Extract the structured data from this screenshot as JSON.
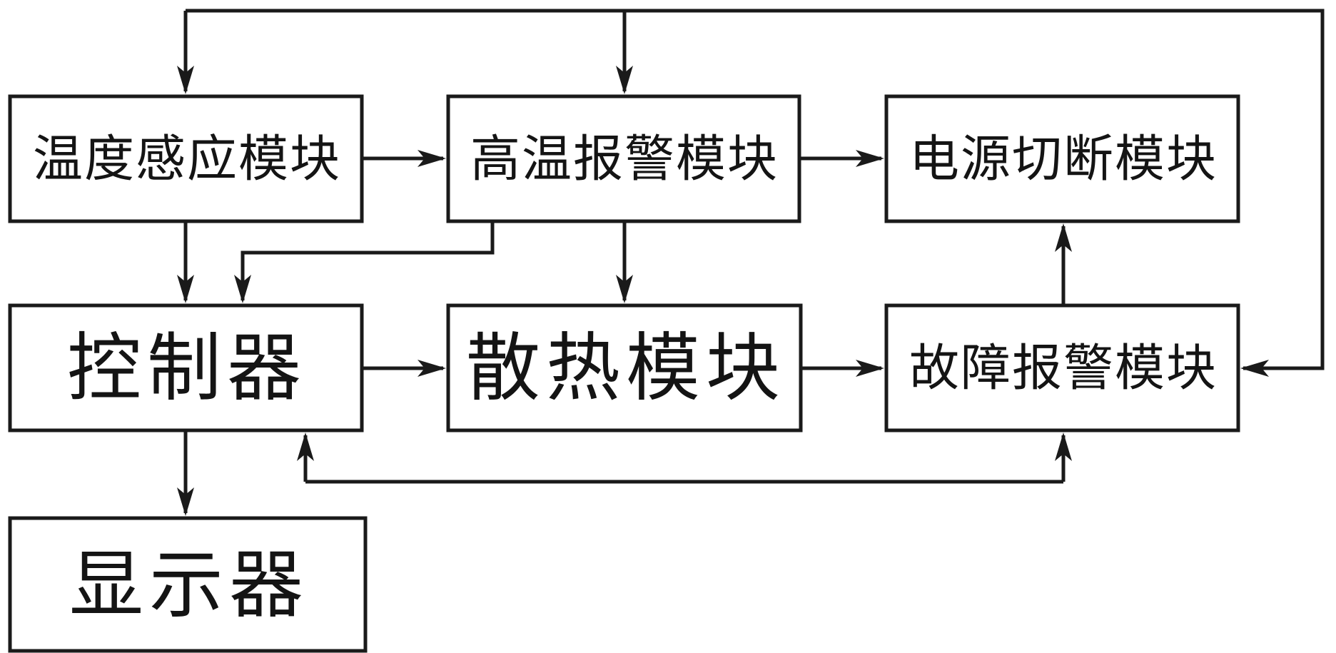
{
  "diagram": {
    "type": "block-diagram",
    "background_color": "#ffffff",
    "line_color": "#1a1a1a",
    "box_fill": "#ffffff",
    "nodes": [
      {
        "id": "temperature-sensing-module",
        "label": "温度感应模块",
        "row": 1,
        "col": 1,
        "text_size": "small"
      },
      {
        "id": "high-temp-alarm-module",
        "label": "高温报警模块",
        "row": 1,
        "col": 2,
        "text_size": "small"
      },
      {
        "id": "power-cutoff-module",
        "label": "电源切断模块",
        "row": 1,
        "col": 3,
        "text_size": "small"
      },
      {
        "id": "controller",
        "label": "控制器",
        "row": 2,
        "col": 1,
        "text_size": "large"
      },
      {
        "id": "cooling-module",
        "label": "散热模块",
        "row": 2,
        "col": 2,
        "text_size": "large"
      },
      {
        "id": "fault-alarm-module",
        "label": "故障报警模块",
        "row": 2,
        "col": 3,
        "text_size": "small"
      },
      {
        "id": "display-unit",
        "label": "显示器",
        "row": 3,
        "col": 1,
        "text_size": "large"
      }
    ],
    "edges": [
      {
        "from": "temperature-sensing-module",
        "to": "high-temp-alarm-module",
        "style": "straight-right"
      },
      {
        "from": "high-temp-alarm-module",
        "to": "power-cutoff-module",
        "style": "straight-right"
      },
      {
        "from": "temperature-sensing-module",
        "to": "controller",
        "style": "straight-down"
      },
      {
        "from": "high-temp-alarm-module",
        "to": "controller",
        "style": "bent-down-left"
      },
      {
        "from": "high-temp-alarm-module",
        "to": "cooling-module",
        "style": "straight-down"
      },
      {
        "from": "controller",
        "to": "cooling-module",
        "style": "straight-right"
      },
      {
        "from": "cooling-module",
        "to": "fault-alarm-module",
        "style": "straight-right"
      },
      {
        "from": "fault-alarm-module",
        "to": "power-cutoff-module",
        "style": "straight-up"
      },
      {
        "from": "fault-alarm-module",
        "to": "controller",
        "style": "bottom-bus-double-arrow",
        "note": "arrowheads point up into bottoms of both controller and fault-alarm-module"
      },
      {
        "from": "top-bus",
        "to": "temperature-sensing-module",
        "style": "arrow-down-into-top"
      },
      {
        "from": "top-bus",
        "to": "high-temp-alarm-module",
        "style": "arrow-down-into-top"
      },
      {
        "from": "top-bus",
        "to": "fault-alarm-module",
        "style": "wrap-right-arrow-left-into-side"
      },
      {
        "from": "controller",
        "to": "display-unit",
        "style": "straight-down"
      }
    ]
  }
}
